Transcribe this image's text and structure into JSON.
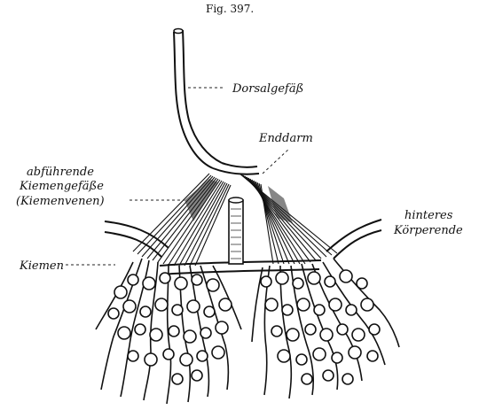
{
  "figure": {
    "caption": "Fig. 397."
  },
  "labels": {
    "dorsal": "Dorsalgefäß",
    "enddarm": "Enddarm",
    "abf_line1": "abführende",
    "abf_line2": "Kiemengefäße",
    "abf_line3": "(Kiemenvenen)",
    "hinteres_line1": "hinteres",
    "hinteres_line2": "Körperende",
    "kiemen": "Kiemen"
  }
}
